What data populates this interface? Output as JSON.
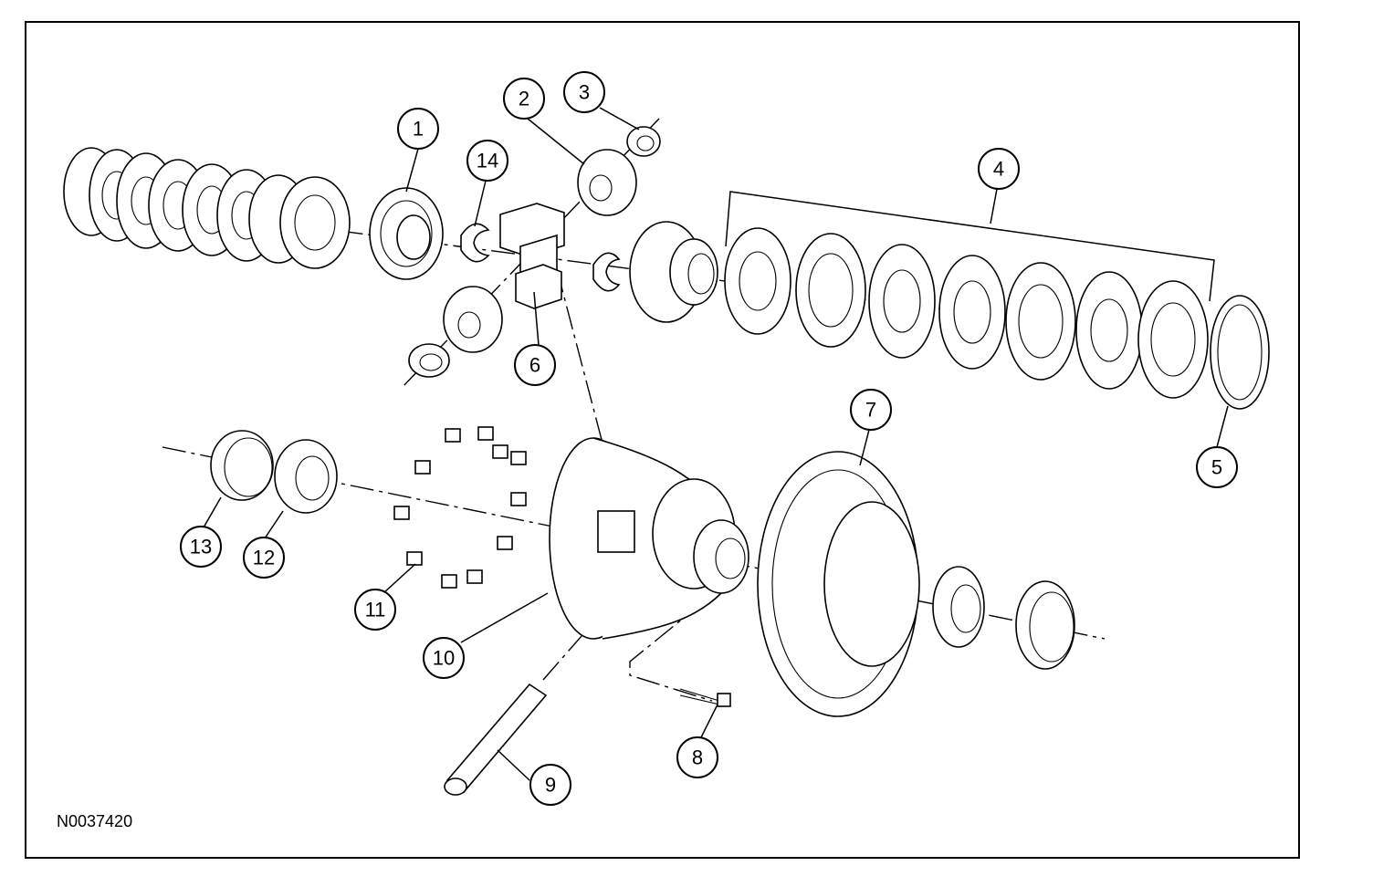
{
  "figure_id": "N0037420",
  "callouts": [
    {
      "id": "1",
      "label": "1"
    },
    {
      "id": "2",
      "label": "2"
    },
    {
      "id": "3",
      "label": "3"
    },
    {
      "id": "4",
      "label": "4"
    },
    {
      "id": "5",
      "label": "5"
    },
    {
      "id": "6",
      "label": "6"
    },
    {
      "id": "7",
      "label": "7"
    },
    {
      "id": "8",
      "label": "8"
    },
    {
      "id": "9",
      "label": "9"
    },
    {
      "id": "10",
      "label": "10"
    },
    {
      "id": "11",
      "label": "11"
    },
    {
      "id": "12",
      "label": "12"
    },
    {
      "id": "13",
      "label": "13"
    },
    {
      "id": "14",
      "label": "14"
    }
  ],
  "colors": {
    "ink": "#000000",
    "paper": "#ffffff"
  }
}
